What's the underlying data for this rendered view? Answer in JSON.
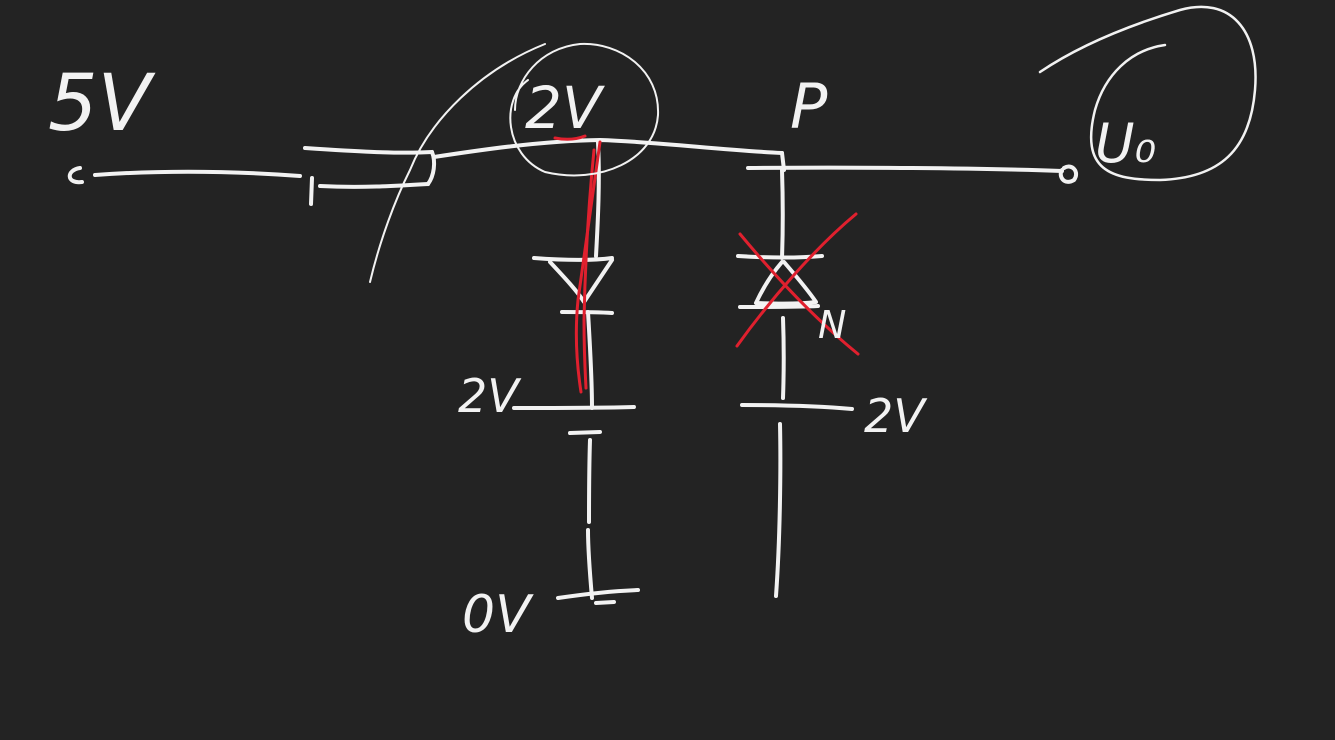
{
  "colors": {
    "background": "#232323",
    "ink": "#f2f2f2",
    "annotation": "#e0202e"
  },
  "labels": {
    "input_voltage": "5V",
    "node_voltage": "2V",
    "node_p": "P",
    "output": "U₀",
    "diode_left_voltage": "2V",
    "diode_right_voltage": "2V",
    "ground": "0V",
    "label_n": "N"
  }
}
